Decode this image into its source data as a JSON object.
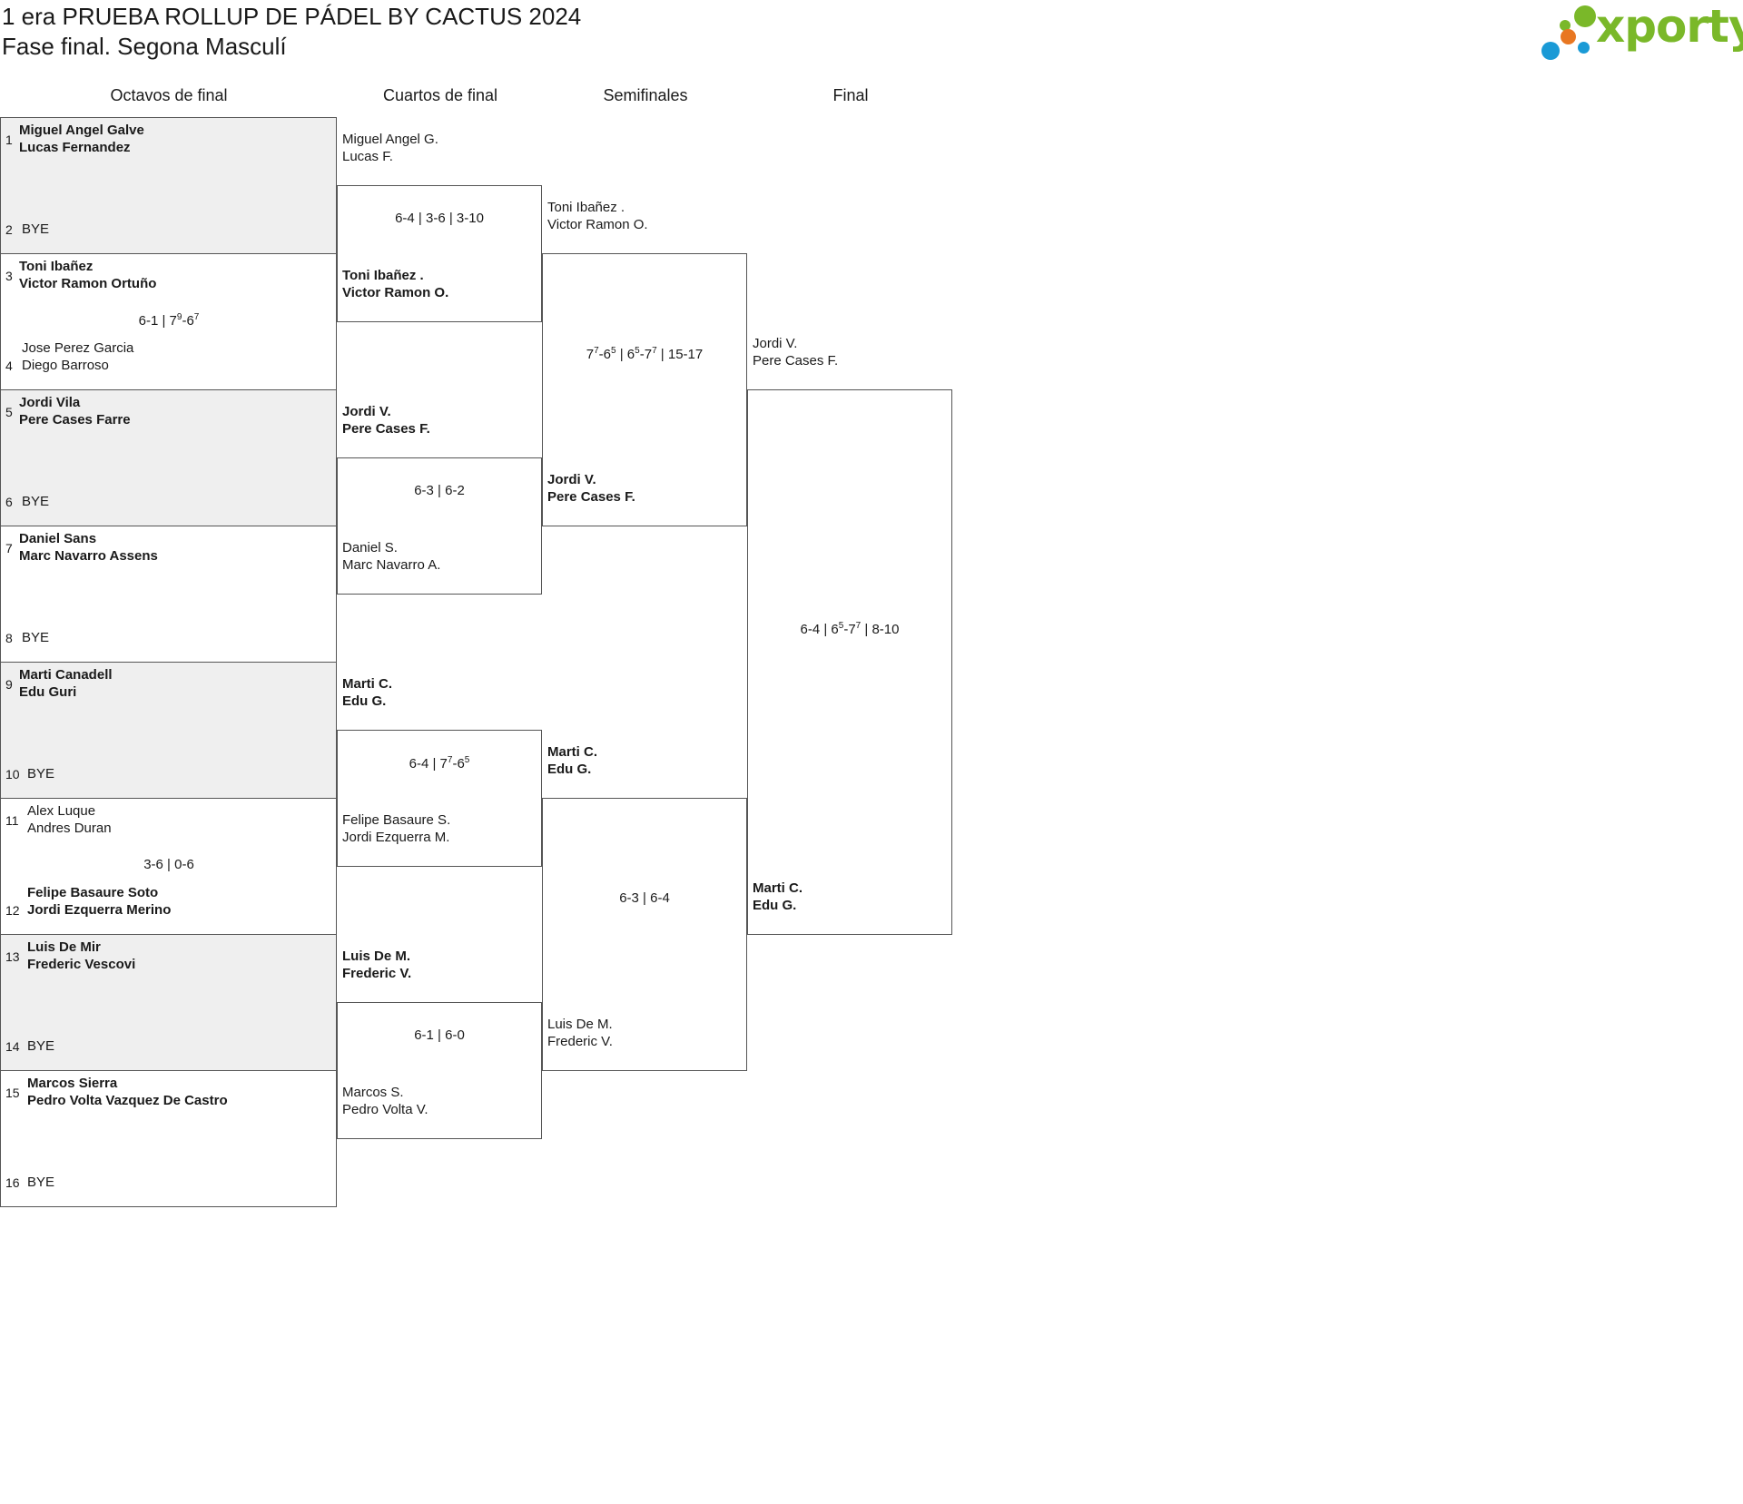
{
  "header": {
    "title": "1 era PRUEBA ROLLUP DE PÁDEL BY CACTUS 2024",
    "subtitle": "Fase final. Segona Masculí"
  },
  "logo": {
    "text": "xporty",
    "colors": {
      "green": "#7ab829",
      "orange": "#e87722",
      "blue": "#1a9ad6"
    }
  },
  "rounds": {
    "r16": "Octavos de final",
    "qf": "Cuartos de final",
    "sf": "Semifinales",
    "final": "Final"
  },
  "octavos": [
    {
      "top_seed": "1",
      "top": [
        "Miguel Angel Galve",
        "Lucas Fernandez"
      ],
      "top_win": true,
      "bottom_seed": "2",
      "bottom": [
        "BYE"
      ],
      "bottom_win": false,
      "score": [],
      "shaded": true
    },
    {
      "top_seed": "3",
      "top": [
        "Toni Ibañez",
        "Victor Ramon Ortuño"
      ],
      "top_win": true,
      "bottom_seed": "4",
      "bottom": [
        "Jose Perez Garcia",
        "Diego Barroso"
      ],
      "bottom_win": false,
      "score": [
        {
          "t": "6-1 | 7"
        },
        {
          "s": "9"
        },
        {
          "t": "-6"
        },
        {
          "s": "7"
        }
      ],
      "shaded": false
    },
    {
      "top_seed": "5",
      "top": [
        "Jordi Vila",
        "Pere Cases Farre"
      ],
      "top_win": true,
      "bottom_seed": "6",
      "bottom": [
        "BYE"
      ],
      "bottom_win": false,
      "score": [],
      "shaded": true
    },
    {
      "top_seed": "7",
      "top": [
        "Daniel Sans",
        "Marc Navarro Assens"
      ],
      "top_win": true,
      "bottom_seed": "8",
      "bottom": [
        "BYE"
      ],
      "bottom_win": false,
      "score": [],
      "shaded": false
    },
    {
      "top_seed": "9",
      "top": [
        "Marti Canadell",
        "Edu Guri"
      ],
      "top_win": true,
      "bottom_seed": "10",
      "bottom": [
        "BYE"
      ],
      "bottom_win": false,
      "score": [],
      "shaded": true
    },
    {
      "top_seed": "11",
      "top": [
        "Alex Luque",
        "Andres Duran"
      ],
      "top_win": false,
      "bottom_seed": "12",
      "bottom": [
        "Felipe Basaure Soto",
        "Jordi Ezquerra Merino"
      ],
      "bottom_win": true,
      "score": [
        {
          "t": "3-6 | 0-6"
        }
      ],
      "shaded": false
    },
    {
      "top_seed": "13",
      "top": [
        "Luis De Mir",
        "Frederic Vescovi"
      ],
      "top_win": true,
      "bottom_seed": "14",
      "bottom": [
        "BYE"
      ],
      "bottom_win": false,
      "score": [],
      "shaded": true
    },
    {
      "top_seed": "15",
      "top": [
        "Marcos Sierra",
        "Pedro Volta Vazquez De Castro"
      ],
      "top_win": true,
      "bottom_seed": "16",
      "bottom": [
        "BYE"
      ],
      "bottom_win": false,
      "score": [],
      "shaded": false
    }
  ],
  "cuartos": [
    {
      "top": [
        "Miguel Angel G.",
        "Lucas F."
      ],
      "top_win": false,
      "bottom": [
        "Toni Ibañez .",
        "Victor Ramon O."
      ],
      "bottom_win": true,
      "score": [
        {
          "t": "6-4 | 3-6 | 3-10"
        }
      ]
    },
    {
      "top": [
        "Jordi V.",
        "Pere Cases F."
      ],
      "top_win": true,
      "bottom": [
        "Daniel S.",
        "Marc Navarro A."
      ],
      "bottom_win": false,
      "score": [
        {
          "t": "6-3 | 6-2"
        }
      ]
    },
    {
      "top": [
        "Marti C.",
        "Edu G."
      ],
      "top_win": true,
      "bottom": [
        "Felipe Basaure S.",
        "Jordi Ezquerra M."
      ],
      "bottom_win": false,
      "score": [
        {
          "t": "6-4 | 7"
        },
        {
          "s": "7"
        },
        {
          "t": "-6"
        },
        {
          "s": "5"
        }
      ]
    },
    {
      "top": [
        "Luis De M.",
        "Frederic V."
      ],
      "top_win": true,
      "bottom": [
        "Marcos S.",
        "Pedro Volta V."
      ],
      "bottom_win": false,
      "score": [
        {
          "t": "6-1 | 6-0"
        }
      ]
    }
  ],
  "semis": [
    {
      "top": [
        "Toni Ibañez .",
        "Victor Ramon O."
      ],
      "top_win": false,
      "bottom": [
        "Jordi V.",
        "Pere Cases F."
      ],
      "bottom_win": true,
      "score": [
        {
          "t": "7"
        },
        {
          "s": "7"
        },
        {
          "t": "-6"
        },
        {
          "s": "5"
        },
        {
          "t": " | 6"
        },
        {
          "s": "5"
        },
        {
          "t": "-7"
        },
        {
          "s": "7"
        },
        {
          "t": " | 15-17"
        }
      ]
    },
    {
      "top": [
        "Marti C.",
        "Edu G."
      ],
      "top_win": true,
      "bottom": [
        "Luis De M.",
        "Frederic V."
      ],
      "bottom_win": false,
      "score": [
        {
          "t": "6-3 | 6-4"
        }
      ]
    }
  ],
  "final": [
    {
      "top": [
        "Jordi V.",
        "Pere Cases F."
      ],
      "top_win": false,
      "bottom": [
        "Marti C.",
        "Edu G."
      ],
      "bottom_win": true,
      "score": [
        {
          "t": "6-4 | 6"
        },
        {
          "s": "5"
        },
        {
          "t": "-7"
        },
        {
          "s": "7"
        },
        {
          "t": " | 8-10"
        }
      ]
    }
  ]
}
